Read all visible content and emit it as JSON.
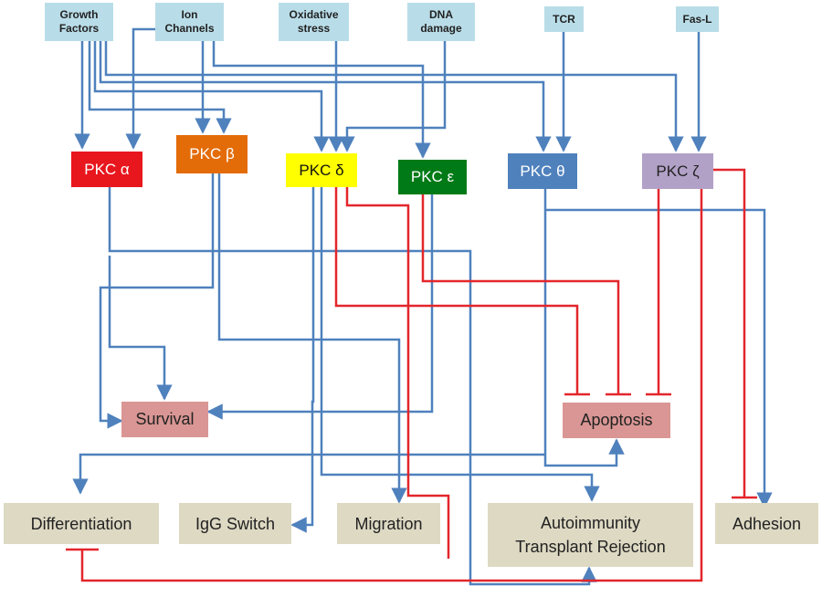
{
  "stimuli": {
    "growth": "Growth\nFactors",
    "ion": "Ion\nChannels",
    "oxid": "Oxidative\nstress",
    "dna": "DNA\ndamage",
    "tcr": "TCR",
    "fasl": "Fas-L"
  },
  "pkc": {
    "alpha": "PKC α",
    "beta": "PKC β",
    "delta": "PKC δ",
    "epsilon": "PKC ε",
    "theta": "PKC θ",
    "zeta": "PKC ζ"
  },
  "outcomes": {
    "survival": "Survival",
    "apoptosis": "Apoptosis",
    "differentiation": "Differentiation",
    "igg": "IgG Switch",
    "migration": "Migration",
    "autoimmunity": "Autoimmunity\nTransplant Rejection",
    "adhesion": "Adhesion"
  },
  "colors": {
    "activation": "#4f81bd",
    "inhibition": "#e3262b",
    "alpha": "#e8161d",
    "beta": "#e36c09",
    "delta": "#ffff00",
    "epsilon": "#007a16",
    "theta": "#4f81bd",
    "zeta": "#b2a1c7"
  }
}
